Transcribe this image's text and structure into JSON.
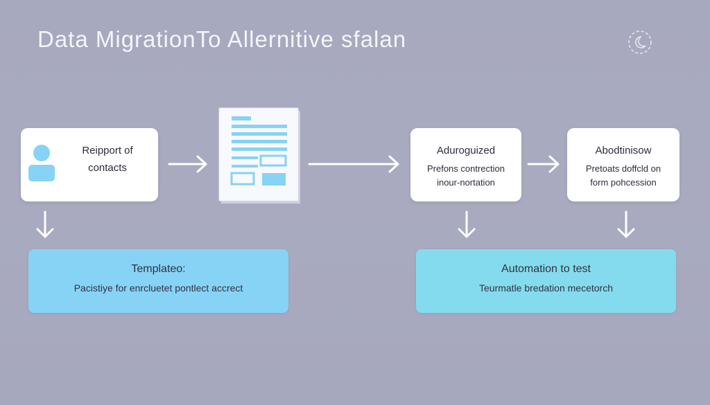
{
  "title": "Data MigrationTo Allernitive sfalan",
  "colors": {
    "background": "#a8aac0",
    "card": "#ffffff",
    "accent_blue": "#86d3f5",
    "panel_left": "#87d3f6",
    "panel_right": "#85dbee",
    "arrow": "#ffffff"
  },
  "icons": {
    "top_right": "moon-icon",
    "contact": "person-icon",
    "document": "document-icon",
    "arrow": "arrow-icon"
  },
  "nodes": {
    "contacts": {
      "line1": "Reipport of",
      "line2": "contacts"
    },
    "adurog": {
      "title": "Aduroguized",
      "line1": "Prefons contrection",
      "line2": "inour-nortation"
    },
    "abod": {
      "title": "Abodtinisow",
      "line1": "Pretoats doffcld on",
      "line2": "form pohcession"
    }
  },
  "panels": {
    "template": {
      "title": "Templateo:",
      "subtitle": "Pacistiye for enrcluetet pontlect accrect"
    },
    "automation": {
      "title": "Automation to test",
      "subtitle": "Teurmatle bredation mecetorch"
    }
  }
}
